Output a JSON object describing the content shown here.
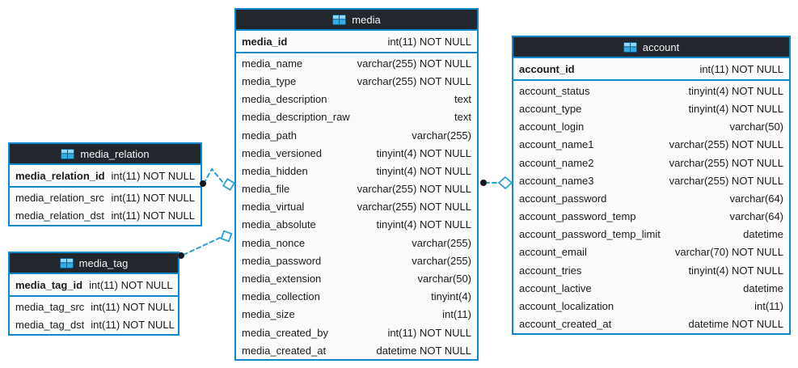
{
  "diagram": {
    "colors": {
      "accent_blue": "#1088c7",
      "connector_blue": "#2aa0d8",
      "header_bg": "#22272d",
      "dot": "#16191c"
    },
    "tables": [
      {
        "id": "media_relation",
        "title": "media_relation",
        "fields": [
          {
            "name": "media_relation_id",
            "type": "int(11) NOT NULL",
            "pk": true
          },
          {
            "name": "media_relation_src",
            "type": "int(11) NOT NULL"
          },
          {
            "name": "media_relation_dst",
            "type": "int(11) NOT NULL"
          }
        ]
      },
      {
        "id": "media_tag",
        "title": "media_tag",
        "fields": [
          {
            "name": "media_tag_id",
            "type": "int(11) NOT NULL",
            "pk": true
          },
          {
            "name": "media_tag_src",
            "type": "int(11) NOT NULL"
          },
          {
            "name": "media_tag_dst",
            "type": "int(11) NOT NULL"
          }
        ]
      },
      {
        "id": "media",
        "title": "media",
        "fields": [
          {
            "name": "media_id",
            "type": "int(11) NOT NULL",
            "pk": true
          },
          {
            "name": "media_name",
            "type": "varchar(255) NOT NULL"
          },
          {
            "name": "media_type",
            "type": "varchar(255) NOT NULL"
          },
          {
            "name": "media_description",
            "type": "text"
          },
          {
            "name": "media_description_raw",
            "type": "text"
          },
          {
            "name": "media_path",
            "type": "varchar(255)"
          },
          {
            "name": "media_versioned",
            "type": "tinyint(4) NOT NULL"
          },
          {
            "name": "media_hidden",
            "type": "tinyint(4) NOT NULL"
          },
          {
            "name": "media_file",
            "type": "varchar(255) NOT NULL"
          },
          {
            "name": "media_virtual",
            "type": "varchar(255) NOT NULL"
          },
          {
            "name": "media_absolute",
            "type": "tinyint(4) NOT NULL"
          },
          {
            "name": "media_nonce",
            "type": "varchar(255)"
          },
          {
            "name": "media_password",
            "type": "varchar(255)"
          },
          {
            "name": "media_extension",
            "type": "varchar(50)"
          },
          {
            "name": "media_collection",
            "type": "tinyint(4)"
          },
          {
            "name": "media_size",
            "type": "int(11)"
          },
          {
            "name": "media_created_by",
            "type": "int(11) NOT NULL"
          },
          {
            "name": "media_created_at",
            "type": "datetime NOT NULL"
          }
        ]
      },
      {
        "id": "account",
        "title": "account",
        "fields": [
          {
            "name": "account_id",
            "type": "int(11) NOT NULL",
            "pk": true
          },
          {
            "name": "account_status",
            "type": "tinyint(4) NOT NULL"
          },
          {
            "name": "account_type",
            "type": "tinyint(4) NOT NULL"
          },
          {
            "name": "account_login",
            "type": "varchar(50)"
          },
          {
            "name": "account_name1",
            "type": "varchar(255) NOT NULL"
          },
          {
            "name": "account_name2",
            "type": "varchar(255) NOT NULL"
          },
          {
            "name": "account_name3",
            "type": "varchar(255) NOT NULL"
          },
          {
            "name": "account_password",
            "type": "varchar(64)"
          },
          {
            "name": "account_password_temp",
            "type": "varchar(64)"
          },
          {
            "name": "account_password_temp_limit",
            "type": "datetime"
          },
          {
            "name": "account_email",
            "type": "varchar(70) NOT NULL"
          },
          {
            "name": "account_tries",
            "type": "tinyint(4) NOT NULL"
          },
          {
            "name": "account_lactive",
            "type": "datetime"
          },
          {
            "name": "account_localization",
            "type": "int(11)"
          },
          {
            "name": "account_created_at",
            "type": "datetime NOT NULL"
          }
        ]
      }
    ],
    "relations": [
      {
        "from": "media_relation",
        "to": "media"
      },
      {
        "from": "media_tag",
        "to": "media"
      },
      {
        "from": "media",
        "to": "account"
      }
    ]
  }
}
